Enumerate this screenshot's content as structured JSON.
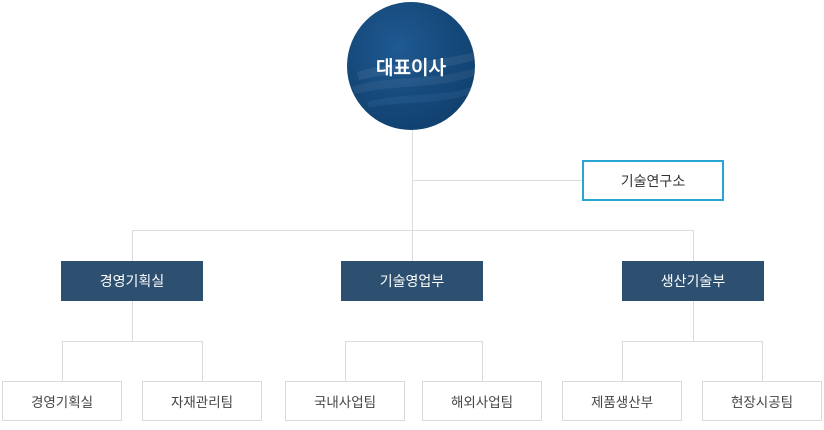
{
  "ceo": {
    "label": "대표이사"
  },
  "lab": {
    "label": "기술연구소"
  },
  "departments": [
    {
      "label": "경영기획실",
      "teams": [
        "경영기획실",
        "자재관리팀"
      ]
    },
    {
      "label": "기술영업부",
      "teams": [
        "국내사업팀",
        "해외사업팀"
      ]
    },
    {
      "label": "생산기술부",
      "teams": [
        "제품생산부",
        "현장시공팀"
      ]
    }
  ],
  "colors": {
    "ceo": "#164a7c",
    "department": "#2e5070",
    "lab_border": "#2aa4d1",
    "connector": "#dcdcdc"
  }
}
